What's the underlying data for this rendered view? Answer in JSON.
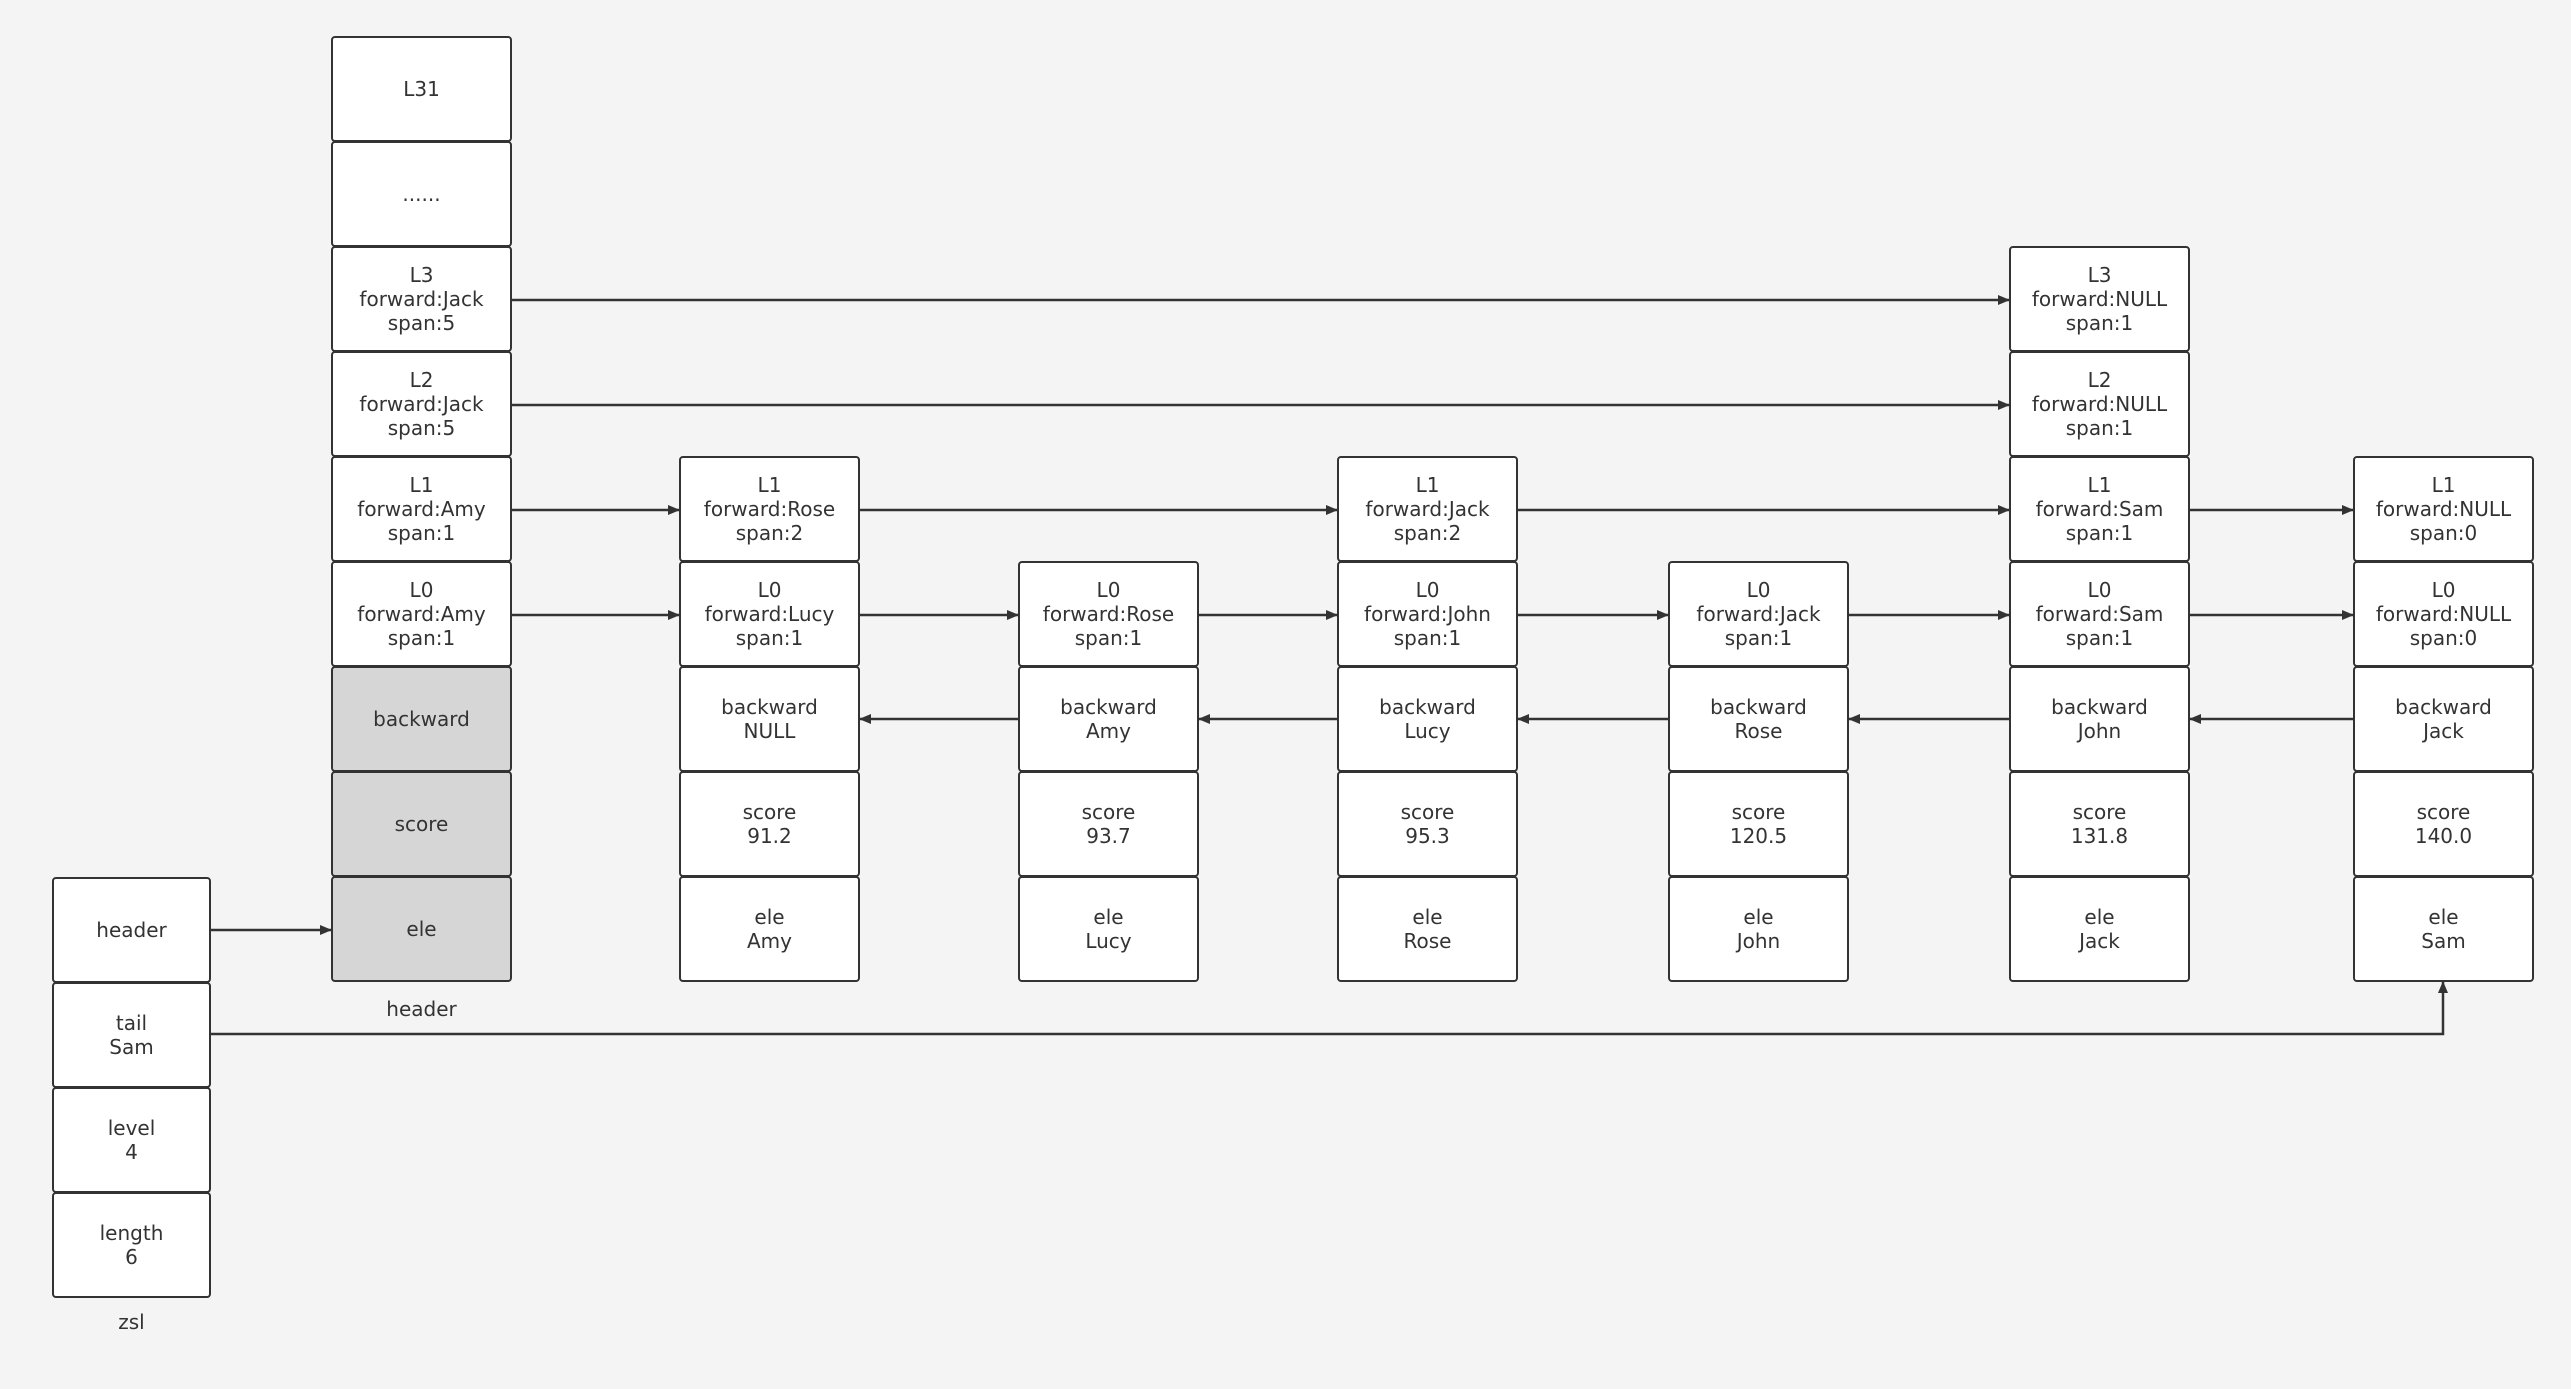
{
  "zsl": {
    "caption": "zsl",
    "cells": [
      "header",
      "tail\nSam",
      "level\n4",
      "length\n6"
    ]
  },
  "header_node": {
    "caption": "header",
    "cells": [
      "L31",
      "......",
      "L3\nforward:Jack\nspan:5",
      "L2\nforward:Jack\nspan:5",
      "L1\nforward:Amy\nspan:1",
      "L0\nforward:Amy\nspan:1",
      "backward",
      "score",
      "ele"
    ]
  },
  "nodes": [
    {
      "levels": [
        "L1\nforward:Rose\nspan:2",
        "L0\nforward:Lucy\nspan:1"
      ],
      "backward": "backward\nNULL",
      "score": "score\n91.2",
      "ele": "ele\nAmy"
    },
    {
      "levels": [
        "L0\nforward:Rose\nspan:1"
      ],
      "backward": "backward\nAmy",
      "score": "score\n93.7",
      "ele": "ele\nLucy"
    },
    {
      "levels": [
        "L1\nforward:Jack\nspan:2",
        "L0\nforward:John\nspan:1"
      ],
      "backward": "backward\nLucy",
      "score": "score\n95.3",
      "ele": "ele\nRose"
    },
    {
      "levels": [
        "L0\nforward:Jack\nspan:1"
      ],
      "backward": "backward\nRose",
      "score": "score\n120.5",
      "ele": "ele\nJohn"
    },
    {
      "levels": [
        "L3\nforward:NULL\nspan:1",
        "L2\nforward:NULL\nspan:1",
        "L1\nforward:Sam\nspan:1",
        "L0\nforward:Sam\nspan:1"
      ],
      "backward": "backward\nJohn",
      "score": "score\n131.8",
      "ele": "ele\nJack"
    },
    {
      "levels": [
        "L1\nforward:NULL\nspan:0",
        "L0\nforward:NULL\nspan:0"
      ],
      "backward": "backward\nJack",
      "score": "score\n140.0",
      "ele": "ele\nSam"
    }
  ]
}
